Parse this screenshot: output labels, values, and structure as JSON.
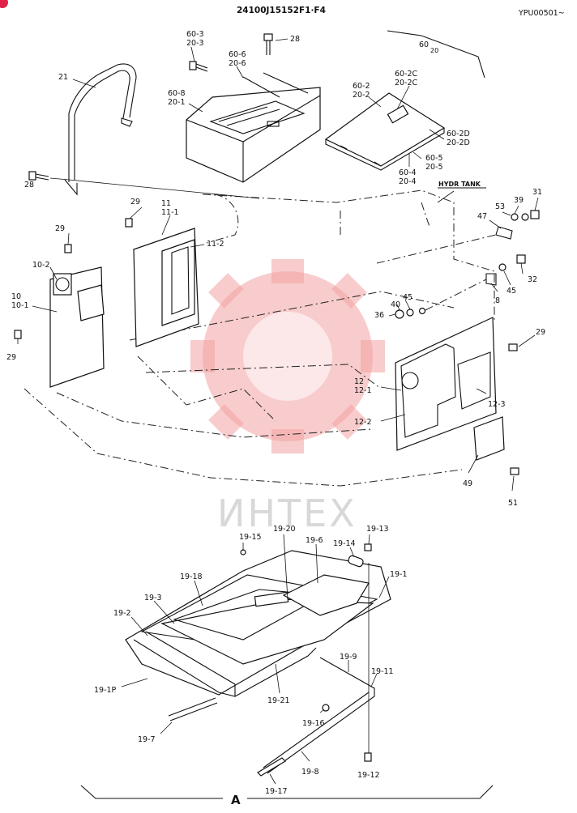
{
  "header": {
    "drawing_code": "24100J15152F1·F4",
    "serial_range": "YPU00501~",
    "group_label": "60",
    "group_sub": "20"
  },
  "watermark": {
    "text": "ИНТЕХ",
    "color": "#f2a3a3"
  },
  "callouts": [
    "21",
    "28",
    "28",
    "60-3",
    "20-3",
    "60-6",
    "20-6",
    "60-8",
    "20-1",
    "60-2",
    "20-2",
    "60-2C",
    "20-2C",
    "60-2D",
    "20-2D",
    "60-5",
    "20-5",
    "60-4",
    "20-4",
    "HYDR TANK",
    "31",
    "39",
    "53",
    "47",
    "29",
    "11",
    "11-1",
    "11-2",
    "29",
    "10-2",
    "10",
    "10-1",
    "29",
    "45",
    "32",
    "40",
    "45",
    "36",
    "8",
    "29",
    "12",
    "12-1",
    "12-3",
    "12-2",
    "49",
    "51",
    "19-15",
    "19-20",
    "19-6",
    "19-14",
    "19-13",
    "19-18",
    "19-1",
    "19-3",
    "19-2",
    "19-9",
    "19-11",
    "19-1P",
    "19-21",
    "19-16",
    "19-7",
    "19-8",
    "19-12",
    "19-17"
  ],
  "section_label": "A"
}
